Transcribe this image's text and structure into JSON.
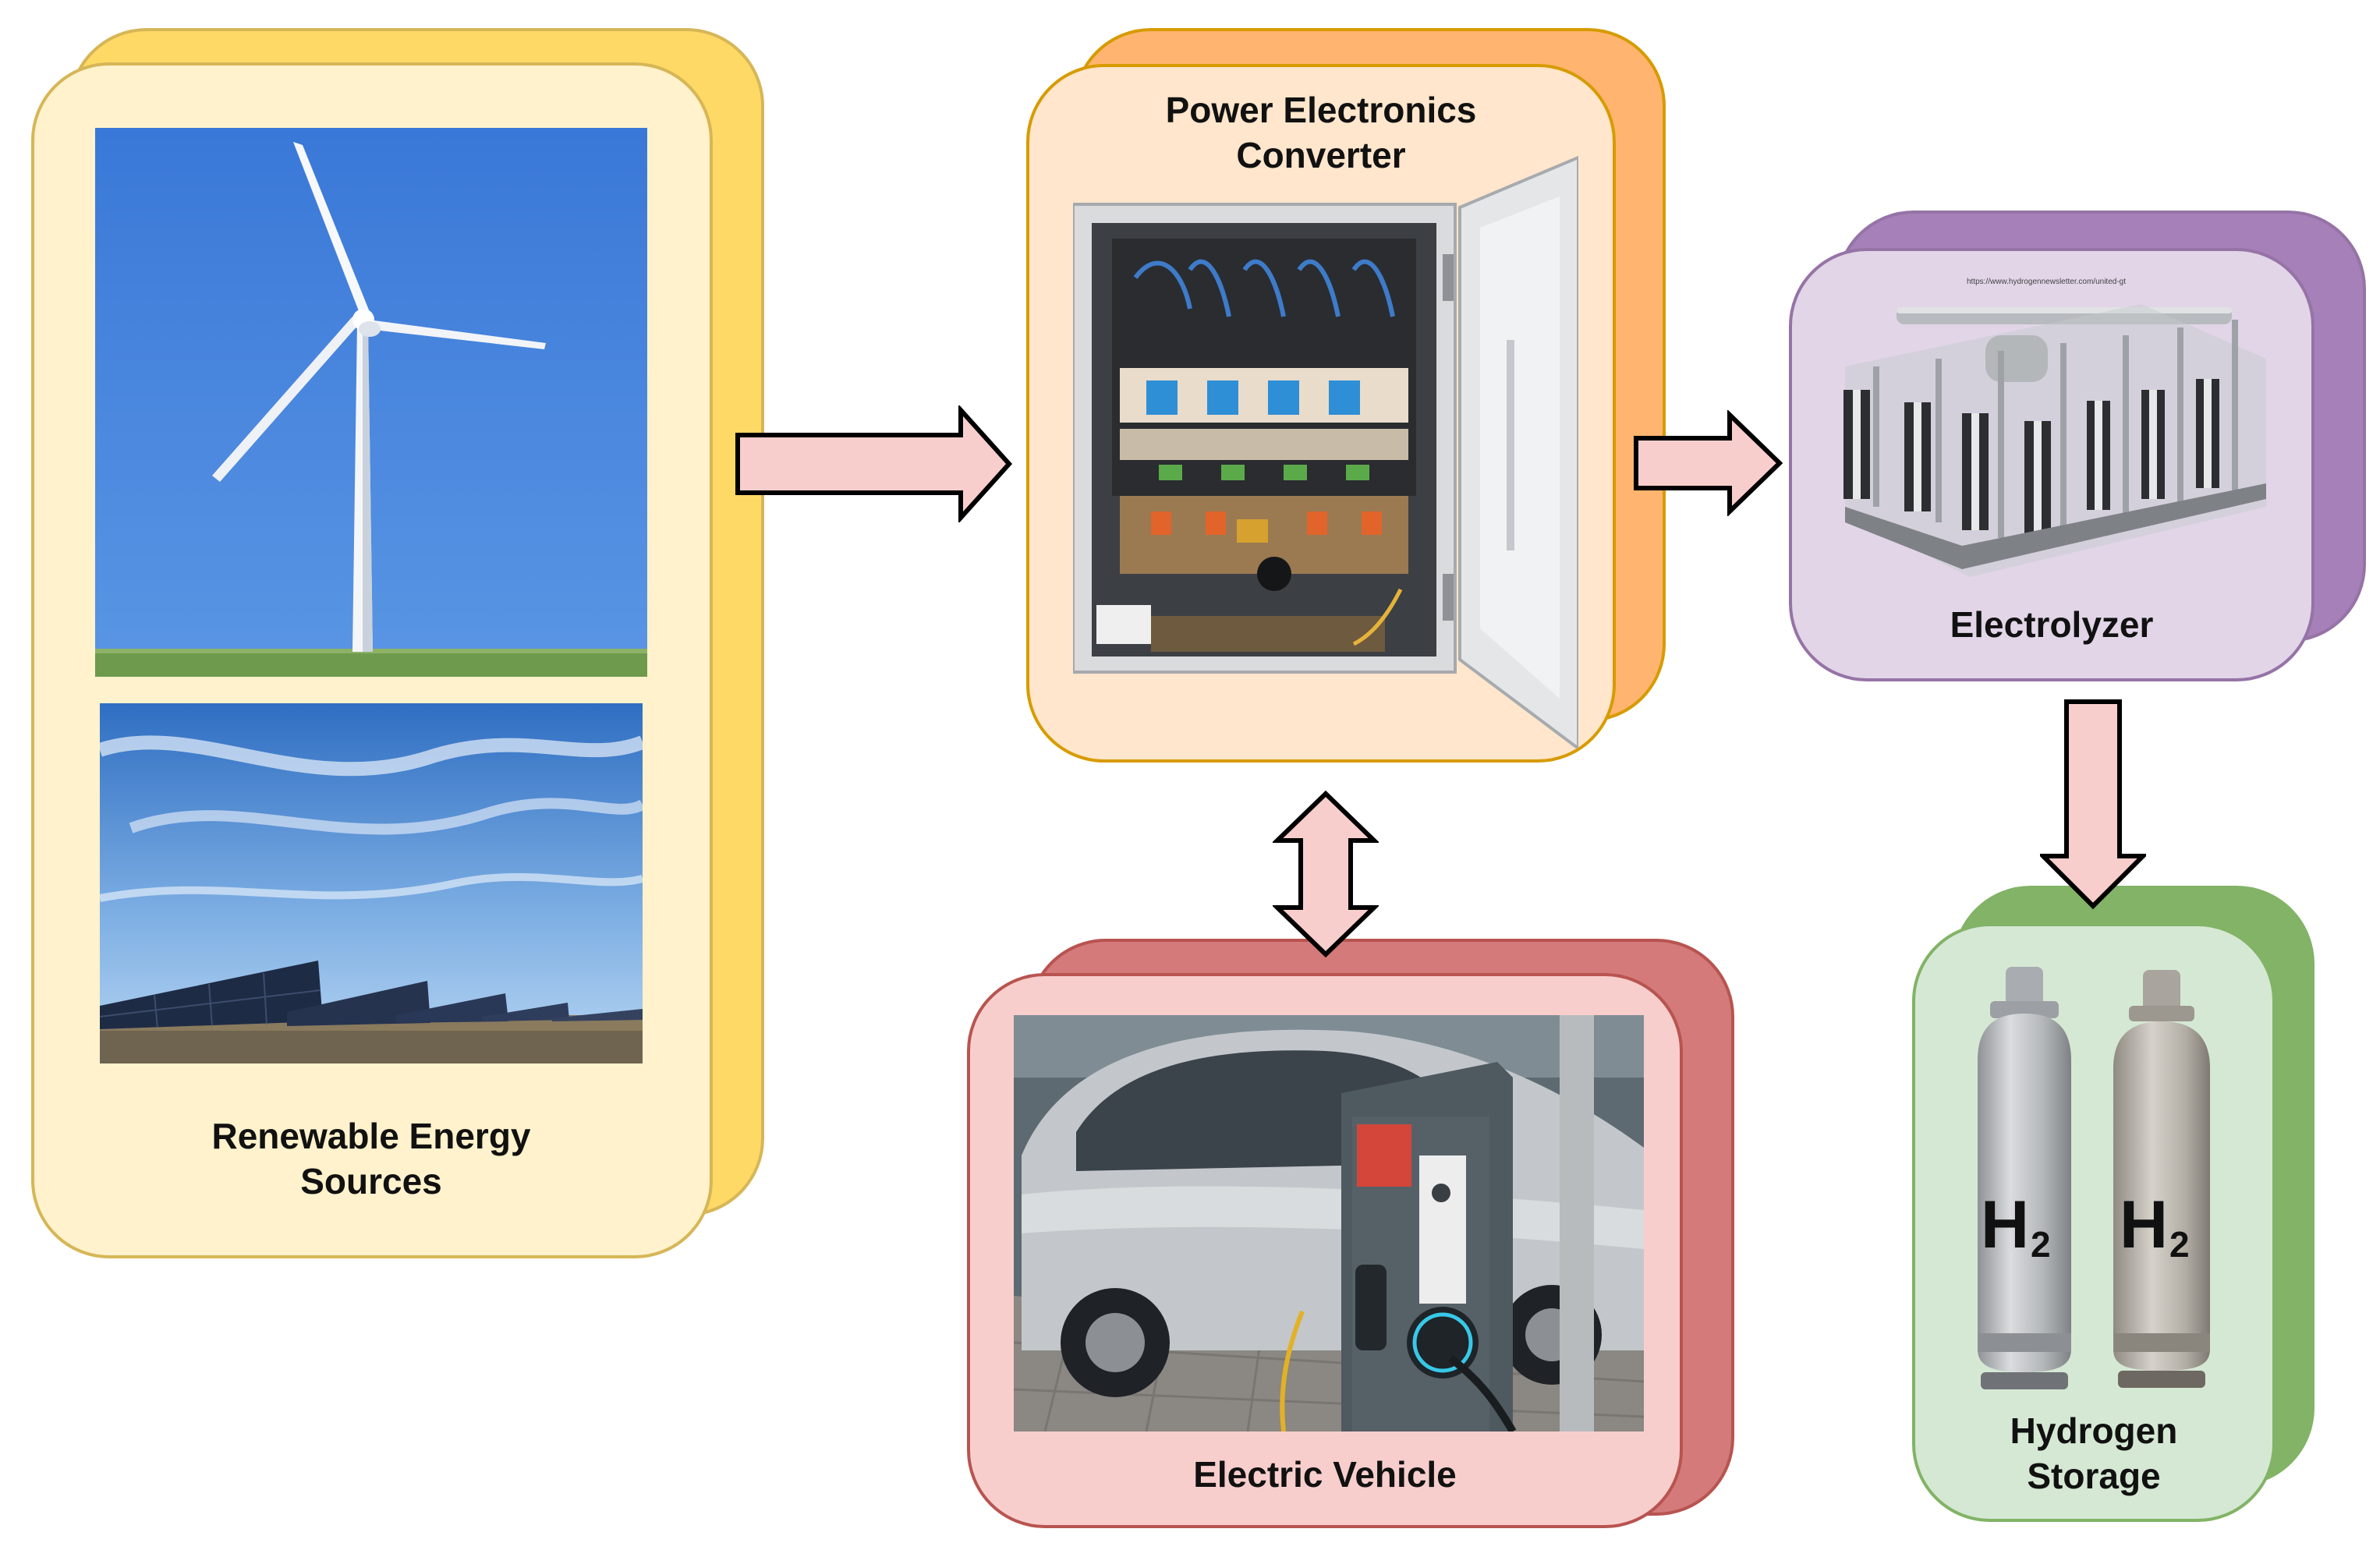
{
  "diagram": {
    "renewable": {
      "line1": "Renewable Energy",
      "line2": "Sources",
      "back_color": "#FFD966",
      "front_color": "#FFF2CC",
      "border_color": "#D6B656"
    },
    "converter": {
      "line1": "Power Electronics",
      "line2": "Converter",
      "back_color": "#FFB570",
      "front_color": "#FFE6CC",
      "border_color": "#D79B00"
    },
    "electrolyzer": {
      "line1": "Electrolyzer",
      "back_color": "#A680B8",
      "front_color": "#E1D5E7",
      "border_color": "#9673A6",
      "url_note": "https://www.hydrogennewsletter.com/united-gt"
    },
    "ev": {
      "line1": "Electric Vehicle",
      "back_color": "#D47A7A",
      "front_color": "#F8CECC",
      "border_color": "#B85450"
    },
    "storage": {
      "line1": "Hydrogen",
      "line2": "Storage",
      "back_color": "#82B366",
      "front_color": "#D5E8D4",
      "border_color": "#82B366",
      "tank1_label": "H",
      "tank1_sub": "2",
      "tank2_label": "H",
      "tank2_sub": "2"
    },
    "arrow_fill": "#F8CECC",
    "arrow_stroke": "#000000"
  }
}
